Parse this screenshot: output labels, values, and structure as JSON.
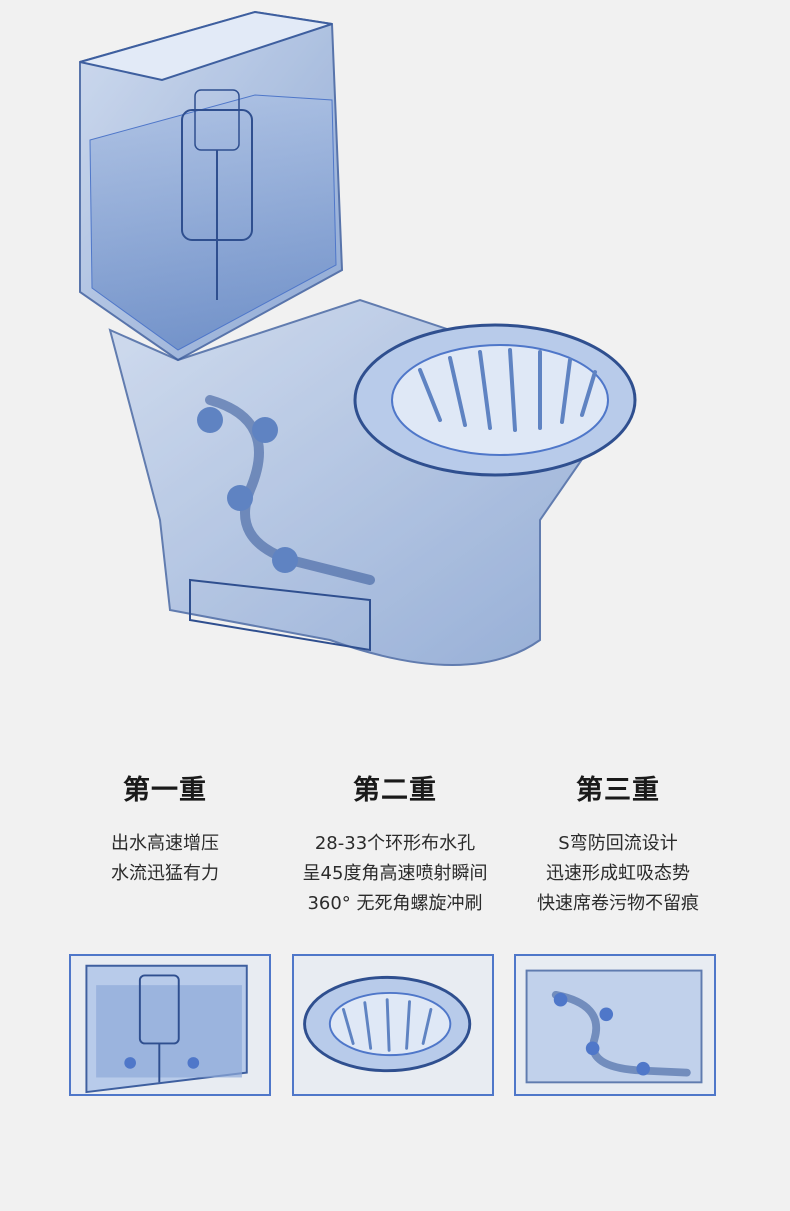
{
  "features": [
    {
      "title": "第一重",
      "lines": [
        "出水高速增压",
        "水流迅猛有力"
      ]
    },
    {
      "title": "第二重",
      "lines": [
        "28-33个环形布水孔",
        "呈45度角高速喷射瞬间",
        "360°  无死角螺旋冲刷"
      ]
    },
    {
      "title": "第三重",
      "lines": [
        "S弯防回流设计",
        "迅速形成虹吸态势",
        "快速席卷污物不留痕"
      ]
    }
  ],
  "colors": {
    "accent": "#4f77c9",
    "glass": "#7f9ed3",
    "background": "#f1f1f1"
  }
}
